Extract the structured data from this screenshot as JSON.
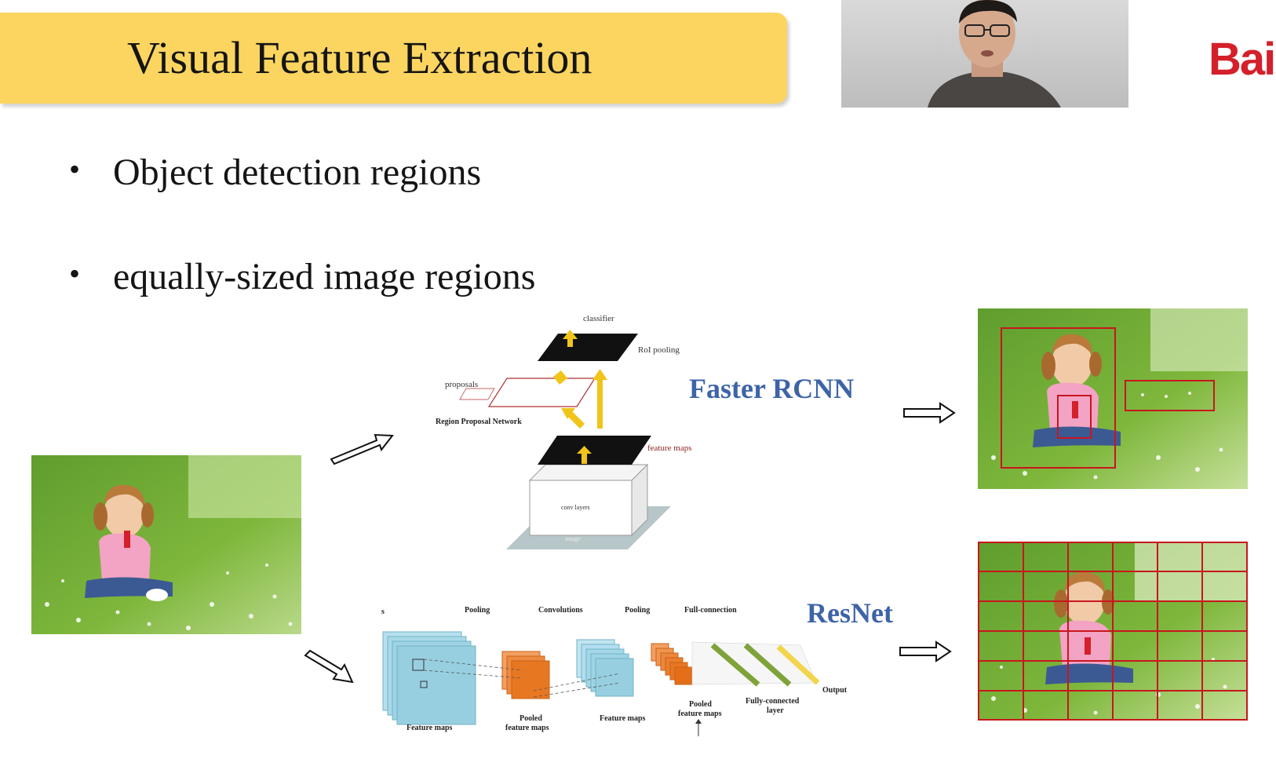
{
  "slide": {
    "title": "Visual Feature Extraction",
    "brand_partial": "Bai",
    "bullets": [
      {
        "text": "Object detection regions"
      },
      {
        "text": "equally-sized image regions"
      }
    ]
  },
  "faster_rcnn": {
    "label": "Faster RCNN",
    "classifier": "classifier",
    "roi_pooling": "RoI pooling",
    "proposals": "proposals",
    "rpn": "Region Proposal Network",
    "feature_maps": "feature maps",
    "conv_layers": "conv layers",
    "image": "image"
  },
  "resnet": {
    "label": "ResNet",
    "stage_partial": "s",
    "pooling_1": "Pooling",
    "convolutions": "Convolutions",
    "pooling_2": "Pooling",
    "full_connection": "Full-connection",
    "feature_maps_1": "Feature maps",
    "pooled_1_line1": "Pooled",
    "pooled_1_line2": "feature maps",
    "feature_maps_2": "Feature maps",
    "pooled_2_line1": "Pooled",
    "pooled_2_line2": "feature maps",
    "fc_line1": "Fully-connected",
    "fc_line2": "layer",
    "output": "Output"
  },
  "colors": {
    "banner": "#fbd560",
    "brand_red": "#d4202b",
    "model_label": "#3e64a8",
    "box_red": "#c8161e",
    "arrow_gold": "#f0c419",
    "fmap_blue": "#9fd3e3",
    "pooled_orange": "#e87722",
    "fc_green": "#7ea33a",
    "fc_yellow": "#f2d44d"
  },
  "icons": [
    "arrow-right-outline-icon",
    "arrow-diagonal-up-icon",
    "arrow-diagonal-down-icon",
    "arrow-up-gold-icon"
  ]
}
